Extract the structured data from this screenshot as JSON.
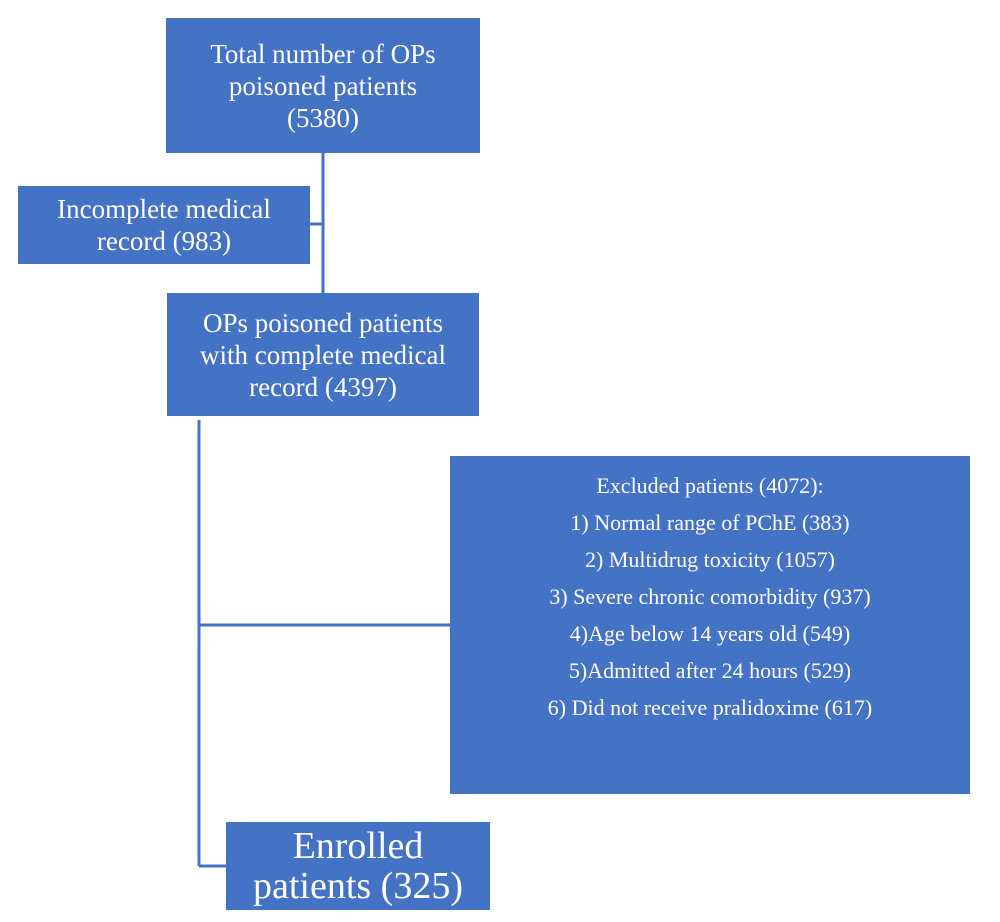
{
  "colors": {
    "box_fill": "#4472c4",
    "box_text": "#ffffff",
    "connector": "#4472c4"
  },
  "flowchart": {
    "total": {
      "lines": [
        "Total number of OPs",
        "poisoned patients",
        "(5380)"
      ]
    },
    "incomplete": {
      "lines": [
        "Incomplete medical",
        "record (983)"
      ]
    },
    "complete": {
      "lines": [
        "OPs poisoned patients",
        "with complete medical",
        "record (4397)"
      ]
    },
    "excluded": {
      "lines": [
        "Excluded patients (4072):",
        "1) Normal range of PChE (383)",
        "2) Multidrug toxicity (1057)",
        "3) Severe chronic comorbidity (937)",
        "4)Age below 14 years old (549)",
        "5)Admitted after 24 hours (529)",
        "6) Did not receive pralidoxime (617)"
      ]
    },
    "enrolled": {
      "lines": [
        "Enrolled",
        "patients (325)"
      ]
    }
  }
}
